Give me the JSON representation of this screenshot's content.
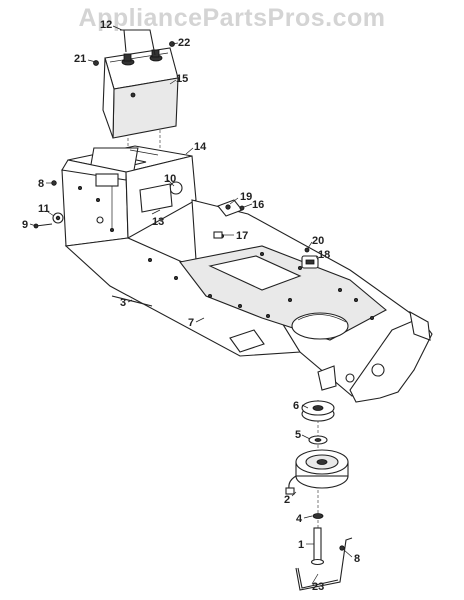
{
  "watermark": "AppliancePartsPros.com",
  "callouts": [
    {
      "id": "c12",
      "text": "12"
    },
    {
      "id": "c22",
      "text": "22"
    },
    {
      "id": "c21",
      "text": "21"
    },
    {
      "id": "c15",
      "text": "15"
    },
    {
      "id": "c14",
      "text": "14"
    },
    {
      "id": "c8a",
      "text": "8"
    },
    {
      "id": "c10",
      "text": "10"
    },
    {
      "id": "c19",
      "text": "19"
    },
    {
      "id": "c16",
      "text": "16"
    },
    {
      "id": "c11",
      "text": "11"
    },
    {
      "id": "c13",
      "text": "13"
    },
    {
      "id": "c9",
      "text": "9"
    },
    {
      "id": "c17",
      "text": "17"
    },
    {
      "id": "c20",
      "text": "20"
    },
    {
      "id": "c18",
      "text": "18"
    },
    {
      "id": "c3",
      "text": "3"
    },
    {
      "id": "c7",
      "text": "7"
    },
    {
      "id": "c6",
      "text": "6"
    },
    {
      "id": "c5",
      "text": "5"
    },
    {
      "id": "c2",
      "text": "2"
    },
    {
      "id": "c4",
      "text": "4"
    },
    {
      "id": "c1",
      "text": "1"
    },
    {
      "id": "c8b",
      "text": "8"
    },
    {
      "id": "c23",
      "text": "23"
    }
  ]
}
